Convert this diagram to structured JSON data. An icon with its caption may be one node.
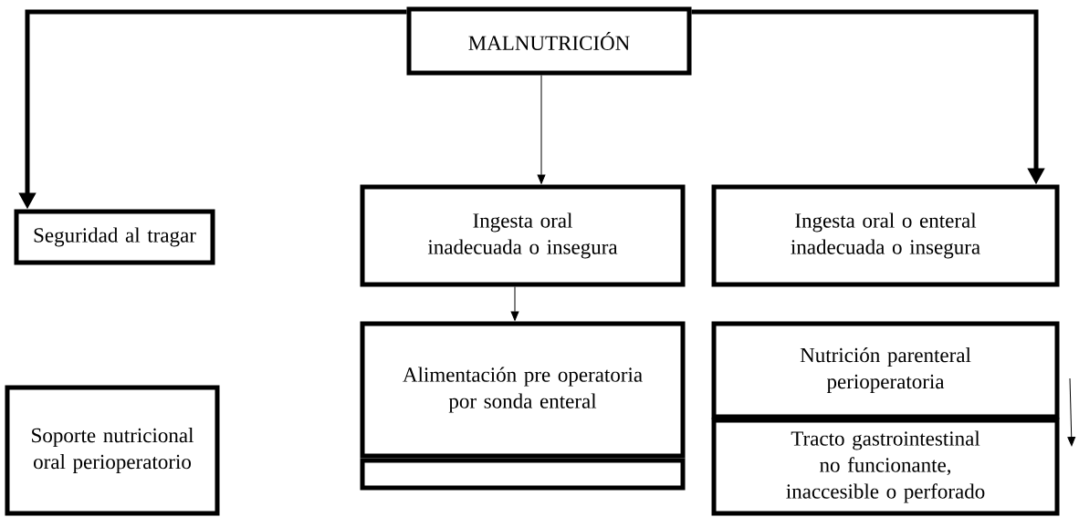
{
  "diagram": {
    "nodes": [
      {
        "text": [
          "MALNUTRICIÓN"
        ]
      },
      {
        "text": [
          "Seguridad al tragar"
        ]
      },
      {
        "text": [
          "Ingesta oral inadecuada o insegura"
        ]
      },
      {
        "text": [
          "Ingesta oral o enteral inadecuada o insegura"
        ]
      },
      {
        "text": [
          "Alimentación pre operatoria por sonda enteral"
        ]
      },
      {
        "text": [
          "Nutrición parenteral perioperatoria"
        ]
      },
      {
        "text": [
          "Soporte nutricional oral perioperatorio"
        ]
      },
      {
        "text": [
          "Tracto gastrointestinal no funcionante, inaccesible o perforado"
        ]
      },
      {
        "text": [],
        "shape": "box"
      }
    ],
    "edges": [
      {
        "from": 0,
        "to": 1,
        "arrow": "to",
        "style": "thick"
      },
      {
        "from": 0,
        "to": 2,
        "arrow": "to"
      },
      {
        "from": 0,
        "to": 3,
        "arrow": "to",
        "style": "thick"
      },
      {
        "from": 2,
        "to": 4,
        "arrow": "to"
      }
    ]
  }
}
